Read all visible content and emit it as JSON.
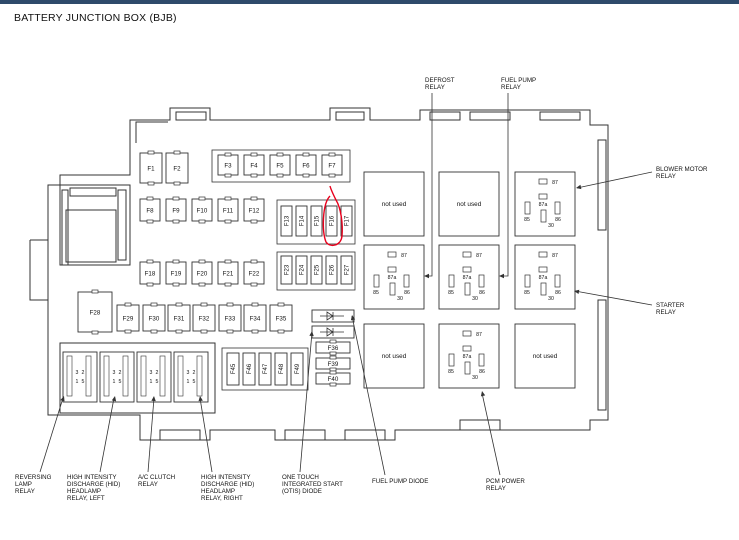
{
  "title": "BATTERY JUNCTION BOX (BJB)",
  "colors": {
    "topbar": "#2e4a6b",
    "outline": "#333333",
    "highlight": "#e8001c"
  },
  "fuses": {
    "row_top": [
      "F1",
      "F2",
      "F3",
      "F4",
      "F5",
      "F6",
      "F7"
    ],
    "row_second": [
      "F8",
      "F9",
      "F10",
      "F11",
      "F12"
    ],
    "vertical_upper": [
      "F13",
      "F14",
      "F15",
      "F16",
      "F17"
    ],
    "row_middle": [
      "F18",
      "F19",
      "F20",
      "F21",
      "F22"
    ],
    "vertical_lower": [
      "F23",
      "F24",
      "F25",
      "F26",
      "F27"
    ],
    "large": "F28",
    "row_bottom": [
      "F29",
      "F30",
      "F31",
      "F32",
      "F33",
      "F34",
      "F35"
    ],
    "stack": [
      "F36",
      "F39",
      "F40"
    ],
    "vertical_bottom": [
      "F45",
      "F46",
      "F47",
      "F48",
      "F49"
    ],
    "highlighted": "F16"
  },
  "relay_cells": {
    "not_used": "not used",
    "pins": {
      "p87": "87",
      "p87a": "87a",
      "p85": "85",
      "p86": "86",
      "p30": "30"
    }
  },
  "mini_relay_pins": {
    "top": "3",
    "bottom": "1",
    "top_right": "2",
    "bottom_right": "5"
  },
  "callouts": {
    "defrost_relay": "DEFROST\nRELAY",
    "fuel_pump_relay": "FUEL PUMP\nRELAY",
    "blower_motor_relay": "BLOWER MOTOR\nRELAY",
    "starter_relay": "STARTER\nRELAY",
    "reversing_lamp_relay": "REVERSING\nLAMP\nRELAY",
    "hid_relay_left": "HIGH INTENSITY\nDISCHARGE (HID)\nHEADLAMP\nRELAY, LEFT",
    "ac_clutch_relay": "A/C CLUTCH\nRELAY",
    "hid_relay_right": "HIGH INTENSITY\nDISCHARGE (HID)\nHEADLAMP\nRELAY, RIGHT",
    "otis_diode": "ONE TOUCH\nINTEGRATED START\n(OTIS) DIODE",
    "fuel_pump_diode": "FUEL PUMP DIODE",
    "pcm_power_relay": "PCM POWER\nRELAY"
  }
}
